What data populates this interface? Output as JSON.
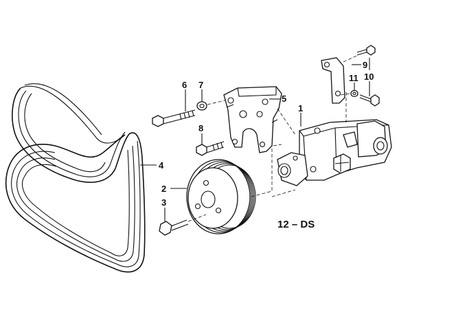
{
  "diagram": {
    "callouts": [
      "1",
      "2",
      "3",
      "4",
      "5",
      "6",
      "7",
      "8",
      "9",
      "10",
      "11"
    ],
    "code": "12 – DS"
  }
}
